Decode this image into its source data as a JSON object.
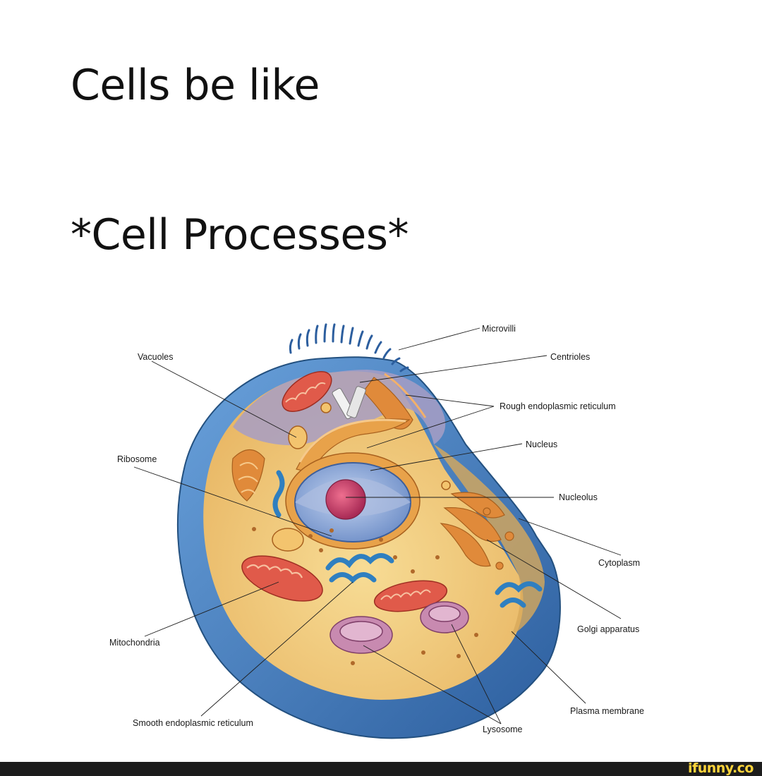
{
  "meme": {
    "caption_line1": "Cells be like",
    "caption_line2": "*Cell Processes*"
  },
  "diagram": {
    "labels": {
      "microvilli": "Microvilli",
      "centrioles": "Centrioles",
      "rough_er": "Rough endoplasmic reticulum",
      "nucleus": "Nucleus",
      "nucleolus": "Nucleolus",
      "cytoplasm": "Cytoplasm",
      "golgi": "Golgi apparatus",
      "plasma_membrane": "Plasma membrane",
      "lysosome": "Lysosome",
      "smooth_er": "Smooth endoplasmic reticulum",
      "mitochondria": "Mitochondria",
      "ribosome": "Ribosome",
      "vacuoles": "Vacuoles"
    },
    "colors": {
      "membrane": "#4a86c8",
      "membrane_dark": "#2c5e9e",
      "cytoplasm": "#f0c87a",
      "interior_shadow": "#a79ec4",
      "mitochondria": "#e05a4a",
      "golgi": "#e08a3a",
      "nucleus": "#8ea8d8",
      "nucleolus": "#c83a6a",
      "smooth_er": "#2f7fc0",
      "lysosome": "#c88ab0"
    }
  },
  "footer": {
    "logo_text": "ifunny.co"
  }
}
